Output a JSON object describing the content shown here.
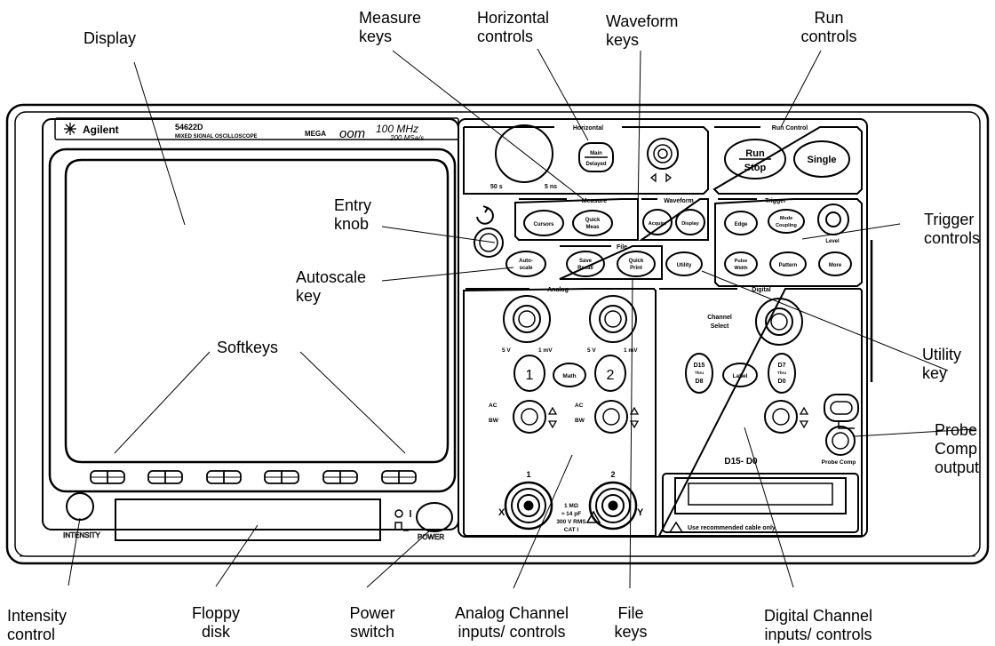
{
  "callouts": {
    "display": "Display",
    "measure_keys": "Measure\nkeys",
    "horizontal_controls": "Horizontal\ncontrols",
    "waveform_keys": "Waveform\nkeys",
    "run_controls": "Run\ncontrols",
    "entry_knob": "Entry\nknob",
    "trigger_controls": "Trigger\ncontrols",
    "autoscale_key": "Autoscale\nkey",
    "softkeys": "Softkeys",
    "utility_key": "Utility\nkey",
    "probe_comp_output": "Probe\nComp\noutput",
    "intensity_control": "Intensity\ncontrol",
    "floppy_disk": "Floppy\ndisk",
    "power_switch": "Power\nswitch",
    "analog_channel": "Analog Channel\ninputs/ controls",
    "file_keys": "File\nkeys",
    "digital_channel": "Digital Channel\ninputs/ controls"
  },
  "panel": {
    "brand": "Agilent",
    "model": "54622D",
    "model_desc": "MIXED SIGNAL OSCILLOSCOPE",
    "mega_logo": "MEGA",
    "zoom_logo": "oom",
    "freq": "100  MHz",
    "sample_rate": "200 MSa/s",
    "horizontal_title": "Horizontal",
    "time_min": "50 s",
    "time_max": "5 ns",
    "main_label": "Main",
    "delayed_label": "Delayed",
    "run_control_title": "Run Control",
    "run_label": "Run",
    "stop_label": "Stop",
    "single_label": "Single",
    "measure_title": "Measure",
    "cursors_label": "Cursors",
    "quick_label": "Quick",
    "meas_label": "Meas",
    "waveform_title": "Waveform",
    "acquire_label": "Acquire",
    "display_label": "Display",
    "trigger_title": "Trigger",
    "edge_label": "Edge",
    "mode_label": "Mode",
    "coupling_label": "Coupling",
    "level_label": "Level",
    "pulse_label": "Pulse",
    "width_label": "Width",
    "pattern_label": "Pattern",
    "more_label": "More",
    "file_title": "File",
    "auto_label": "Auto-",
    "scale_label": "scale",
    "save_label": "Save",
    "recall_label": "Recall",
    "print_label": "Print",
    "utility_label": "Utility",
    "analog_title": "Analog",
    "digital_title": "Digital",
    "volts_max": "5  V",
    "volts_min": "1 mV",
    "ch1": "1",
    "ch2": "2",
    "math_label": "Math",
    "ac_label": "AC",
    "bw_label": "BW",
    "input_x": "X",
    "input_y": "Y",
    "input_spec_1": "1 MΩ",
    "input_spec_2": "≈ 14  pF",
    "input_spec_3": "300  V  RMS",
    "input_spec_4": "CAT  I",
    "channel_label": "Channel",
    "select_label": "Select",
    "d15_label": "D15",
    "d8_label": "D8",
    "thru_label": "Thru",
    "label_key": "Label",
    "d7_label": "D7",
    "d0_label": "D0",
    "digital_range": "D15- D0",
    "probe_comp": "Probe Comp",
    "cable_warning": "Use  recommended  cable  only",
    "intensity": "INTENSITY",
    "power": "POWER"
  }
}
